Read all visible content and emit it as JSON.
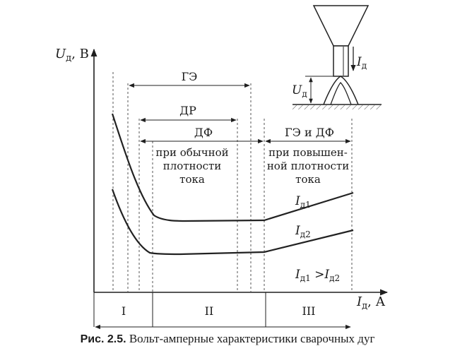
{
  "axes": {
    "y_symbol": "U",
    "y_sub": "д",
    "y_unit": ", В",
    "x_symbol": "I",
    "x_sub": "д",
    "x_unit": ", А"
  },
  "ranges": {
    "ge": "ГЭ",
    "dr": "ДР",
    "df": "ДФ",
    "ge_df": "ГЭ и ДФ"
  },
  "notes": {
    "normal_1": "при обычной",
    "normal_2": "плотности",
    "normal_3": "тока",
    "high_1": "при повышен-",
    "high_2": "ной плотности",
    "high_3": "тока"
  },
  "curves": {
    "c1_symbol": "I",
    "c1_sub": "д1",
    "c2_symbol": "I",
    "c2_sub": "д2",
    "relation_a": "I",
    "relation_a_sub": "д1",
    "relation_op": " >",
    "relation_b": "I",
    "relation_b_sub": "д2"
  },
  "regions": [
    "I",
    "II",
    "III"
  ],
  "inset": {
    "i_symbol": "I",
    "i_sub": "д",
    "u_symbol": "U",
    "u_sub": "д"
  },
  "caption": {
    "label": "Рис. 2.5.",
    "text": " Вольт-амперные характеристики сварочных дуг"
  }
}
